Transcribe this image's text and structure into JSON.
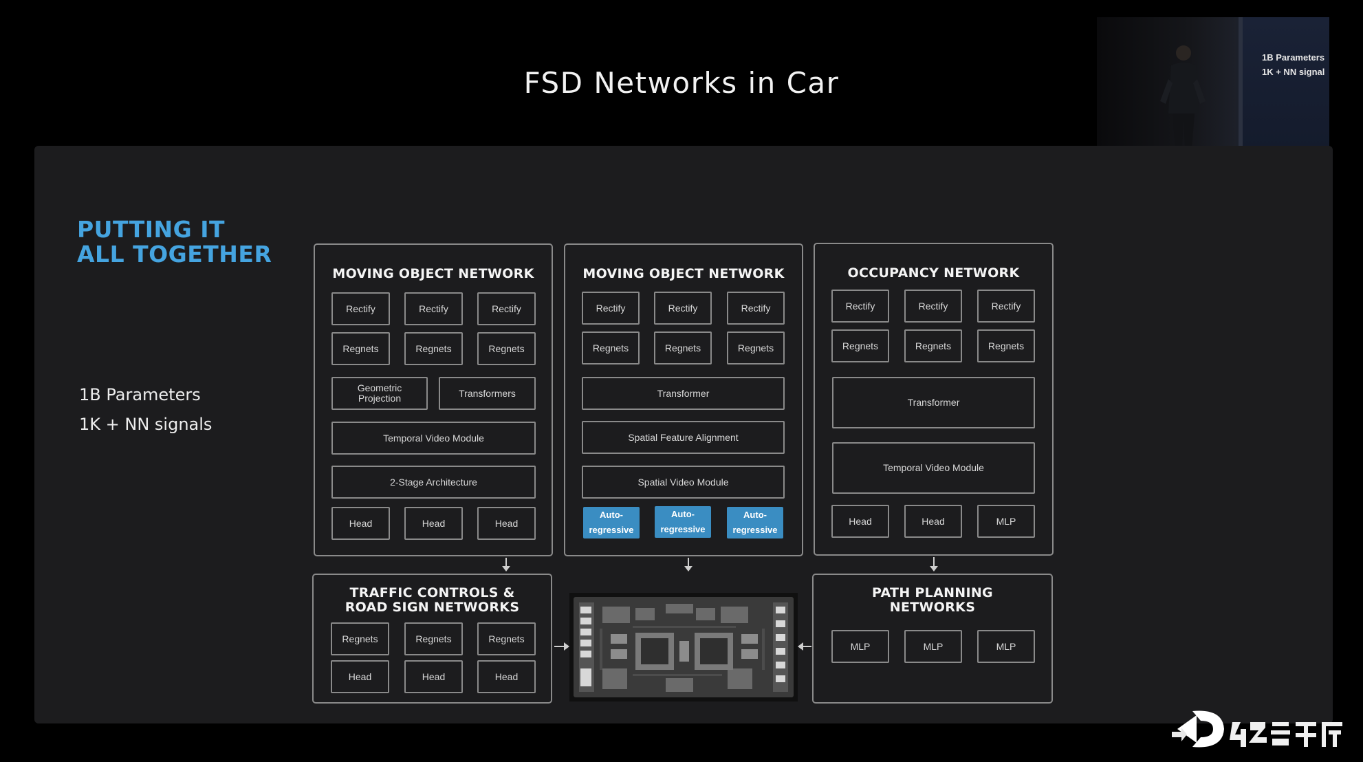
{
  "slide": {
    "title": "FSD Networks in Car"
  },
  "speaker_inset": {
    "screen_lines": [
      "1B Parameters",
      "1K + NN signal"
    ]
  },
  "sidebar": {
    "heading_line1": "PUTTING IT",
    "heading_line2": "ALL TOGETHER",
    "stat1": "1B Parameters",
    "stat2": "1K + NN signals"
  },
  "networks": {
    "moving_object_1": {
      "title": "MOVING OBJECT NETWORK",
      "rectify": [
        "Rectify",
        "Rectify",
        "Rectify"
      ],
      "regnets": [
        "Regnets",
        "Regnets",
        "Regnets"
      ],
      "geometric": "Geometric Projection",
      "transformers": "Transformers",
      "temporal": "Temporal Video Module",
      "two_stage": "2-Stage Architecture",
      "heads": [
        "Head",
        "Head",
        "Head"
      ]
    },
    "moving_object_2": {
      "title": "MOVING OBJECT NETWORK",
      "rectify": [
        "Rectify",
        "Rectify",
        "Rectify"
      ],
      "regnets": [
        "Regnets",
        "Regnets",
        "Regnets"
      ],
      "transformer": "Transformer",
      "spatial_alignment": "Spatial Feature Alignment",
      "spatial_video": "Spatial Video Module",
      "autoregressive": [
        "Auto-\nregressive",
        "Auto-\nregressive",
        "Auto-\nregressive"
      ]
    },
    "occupancy": {
      "title": "OCCUPANCY NETWORK",
      "rectify": [
        "Rectify",
        "Rectify",
        "Rectify"
      ],
      "regnets": [
        "Regnets",
        "Regnets",
        "Regnets"
      ],
      "transformer": "Transformer",
      "temporal": "Temporal Video Module",
      "outputs": [
        "Head",
        "Head",
        "MLP"
      ]
    },
    "traffic": {
      "title_line1": "TRAFFIC CONTROLS &",
      "title_line2": "ROAD SIGN NETWORKS",
      "regnets": [
        "Regnets",
        "Regnets",
        "Regnets"
      ],
      "heads": [
        "Head",
        "Head",
        "Head"
      ]
    },
    "path_planning": {
      "title_line1": "PATH PLANNING",
      "title_line2": "NETWORKS",
      "mlps": [
        "MLP",
        "MLP",
        "MLP"
      ]
    }
  },
  "colors": {
    "accent_blue": "#45a4e0",
    "autoregressive_fill": "#3a8dc2",
    "panel_bg": "#1c1c1e",
    "border": "#8a8a8a"
  },
  "icons": {
    "computer_board": "fsd-computer-board-image",
    "watermark": "42-garage-logo"
  }
}
